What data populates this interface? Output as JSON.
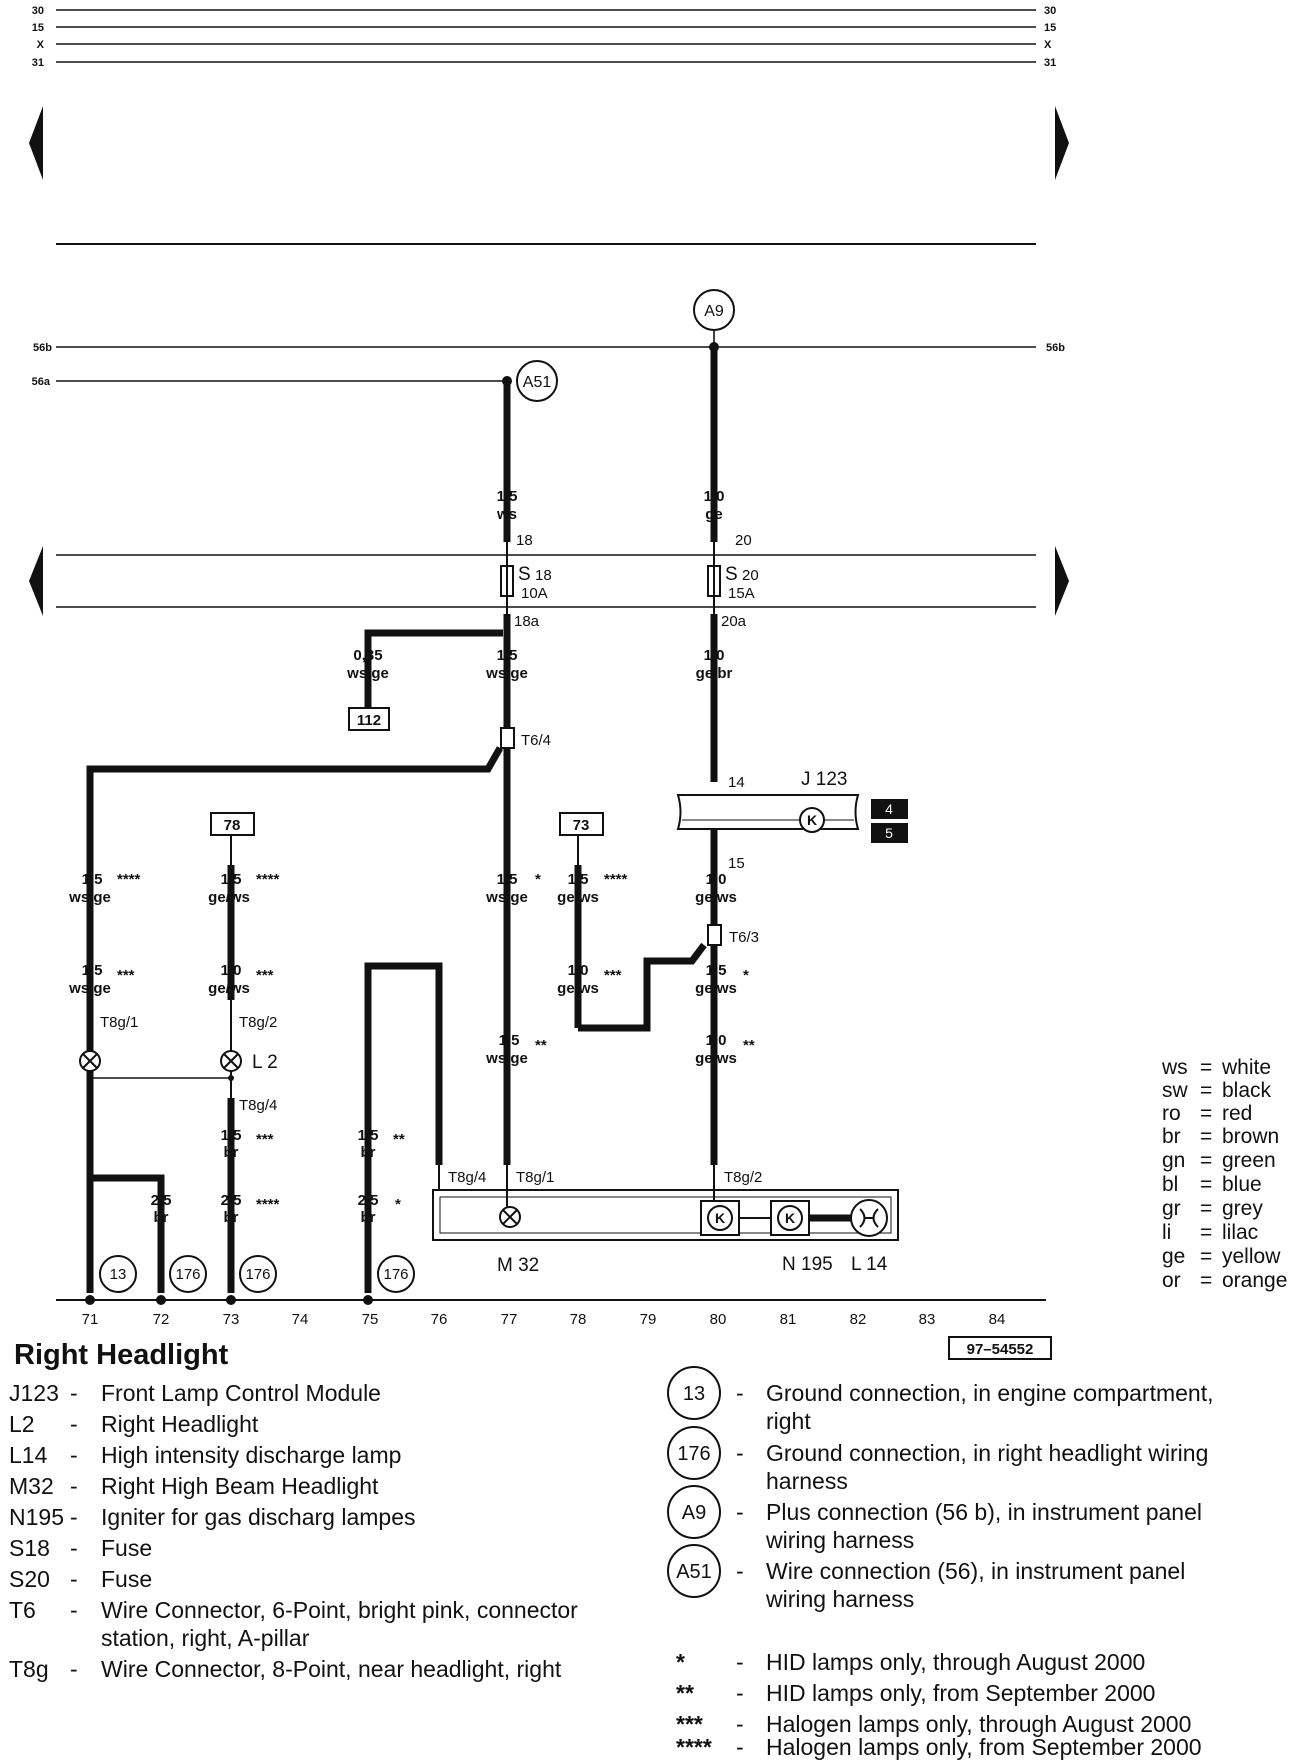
{
  "rails": {
    "top": [
      "30",
      "15",
      "X",
      "31"
    ],
    "r56b": "56b",
    "r56a": "56a"
  },
  "points": {
    "a9": "A9",
    "a51": "A51"
  },
  "fuses": {
    "s18": {
      "name": "S",
      "num": "18",
      "rating": "10A",
      "in": "18",
      "out": "18a"
    },
    "s20": {
      "name": "S",
      "num": "20",
      "rating": "15A",
      "in": "20",
      "out": "20a"
    }
  },
  "wires": {
    "w1_1": "1,5",
    "w1_2": "ws",
    "w2_1": "1,0",
    "w2_2": "ge",
    "w3_1": "0,35",
    "w3_2": "ws/ge",
    "w4_1": "1,5",
    "w4_2": "ws/ge",
    "w5_1": "1,0",
    "w5_2": "ge/br",
    "c71a_1": "1,5",
    "c71a_2": "ws/ge",
    "c71a_s": "****",
    "c73a_1": "1,5",
    "c73a_2": "ge/ws",
    "c73a_s": "****",
    "c77a_1": "1,5",
    "c77a_2": "ws/ge",
    "c77a_s": "*",
    "c78a_1": "1,5",
    "c78a_2": "ge/ws",
    "c78a_s": "****",
    "c80a_1": "1,0",
    "c80a_2": "ge/ws",
    "c71b_1": "1,5",
    "c71b_2": "ws/ge",
    "c71b_s": "***",
    "c73b_1": "1,0",
    "c73b_2": "ge/ws",
    "c73b_s": "***",
    "c78b_1": "1,0",
    "c78b_2": "ge/ws",
    "c78b_s": "***",
    "c80b_1": "1,5",
    "c80b_2": "ge/ws",
    "c80b_s": "*",
    "c77c_1": "1,5",
    "c77c_2": "ws/ge",
    "c77c_s": "**",
    "c80c_1": "1,0",
    "c80c_2": "ge/ws",
    "c80c_s": "**",
    "c73c_1": "1,5",
    "c73c_2": "br",
    "c73c_s": "***",
    "c75a_1": "1,5",
    "c75a_2": "br",
    "c75a_s": "**",
    "c72_1": "2,5",
    "c72_2": "br",
    "c73d_1": "2,5",
    "c73d_2": "br",
    "c73d_s": "****",
    "c75b_1": "2,5",
    "c75b_2": "br",
    "c75b_s": "*"
  },
  "refs": {
    "r112": "112",
    "r78": "78",
    "r73": "73"
  },
  "connectors": {
    "t64": "T6/4",
    "t63": "T6/3",
    "t8g1a": "T8g/1",
    "t8g2a": "T8g/2",
    "t8g4a": "T8g/4",
    "t8g4b": "T8g/4",
    "t8g1b": "T8g/1",
    "t8g2b": "T8g/2"
  },
  "components": {
    "j123": "J 123",
    "j123_in": "14",
    "j123_out": "15",
    "j123_tag1": "4",
    "j123_tag2": "5",
    "l2": "L 2",
    "m32": "M 32",
    "n195": "N 195",
    "l14": "L 14"
  },
  "grounds": {
    "g13": "13",
    "g176": "176"
  },
  "columns": [
    "71",
    "72",
    "73",
    "74",
    "75",
    "76",
    "77",
    "78",
    "79",
    "80",
    "81",
    "82",
    "83",
    "84"
  ],
  "diagram_id": "97–54552",
  "colors_legend": [
    {
      "code": "ws",
      "name": "white"
    },
    {
      "code": "sw",
      "name": "black"
    },
    {
      "code": "ro",
      "name": "red"
    },
    {
      "code": "br",
      "name": "brown"
    },
    {
      "code": "gn",
      "name": "green"
    },
    {
      "code": "bl",
      "name": "blue"
    },
    {
      "code": "gr",
      "name": "grey"
    },
    {
      "code": "li",
      "name": "lilac"
    },
    {
      "code": "ge",
      "name": "yellow"
    },
    {
      "code": "or",
      "name": "orange"
    }
  ],
  "title": "Right Headlight",
  "key_left": [
    {
      "code": "J123",
      "dash": "-",
      "desc": "Front Lamp Control Module"
    },
    {
      "code": "L2",
      "dash": "-",
      "desc": "Right Headlight"
    },
    {
      "code": "L14",
      "dash": "-",
      "desc": "High intensity discharge lamp"
    },
    {
      "code": "M32",
      "dash": "-",
      "desc": "Right High Beam Headlight"
    },
    {
      "code": "N195",
      "dash": "-",
      "desc": "Igniter for gas discharg lampes"
    },
    {
      "code": "S18",
      "dash": "-",
      "desc": "Fuse"
    },
    {
      "code": "S20",
      "dash": "-",
      "desc": "Fuse"
    },
    {
      "code": "T6",
      "dash": "-",
      "desc": "Wire Connector, 6-Point, bright pink, connector",
      "desc2": "station, right, A-pillar"
    },
    {
      "code": "T8g",
      "dash": "-",
      "desc": "Wire Connector, 8-Point, near headlight, right"
    }
  ],
  "key_right": [
    {
      "symbol": "13",
      "dash": "-",
      "desc": "Ground connection, in engine compartment,",
      "desc2": "right"
    },
    {
      "symbol": "176",
      "dash": "-",
      "desc": "Ground connection, in right headlight wiring",
      "desc2": "harness"
    },
    {
      "symbol": "A9",
      "dash": "-",
      "desc": "Plus connection (56 b), in instrument panel",
      "desc2": "wiring harness"
    },
    {
      "symbol": "A51",
      "dash": "-",
      "desc": "Wire connection (56), in instrument panel",
      "desc2": "wiring harness"
    }
  ],
  "notes": [
    {
      "mark": "*",
      "dash": "-",
      "desc": "HID lamps only, through August 2000"
    },
    {
      "mark": "**",
      "dash": "-",
      "desc": "HID lamps only, from September 2000"
    },
    {
      "mark": "***",
      "dash": "-",
      "desc": "Halogen lamps only, through August 2000"
    },
    {
      "mark": "****",
      "dash": "-",
      "desc": "Halogen lamps only, from September 2000"
    }
  ]
}
